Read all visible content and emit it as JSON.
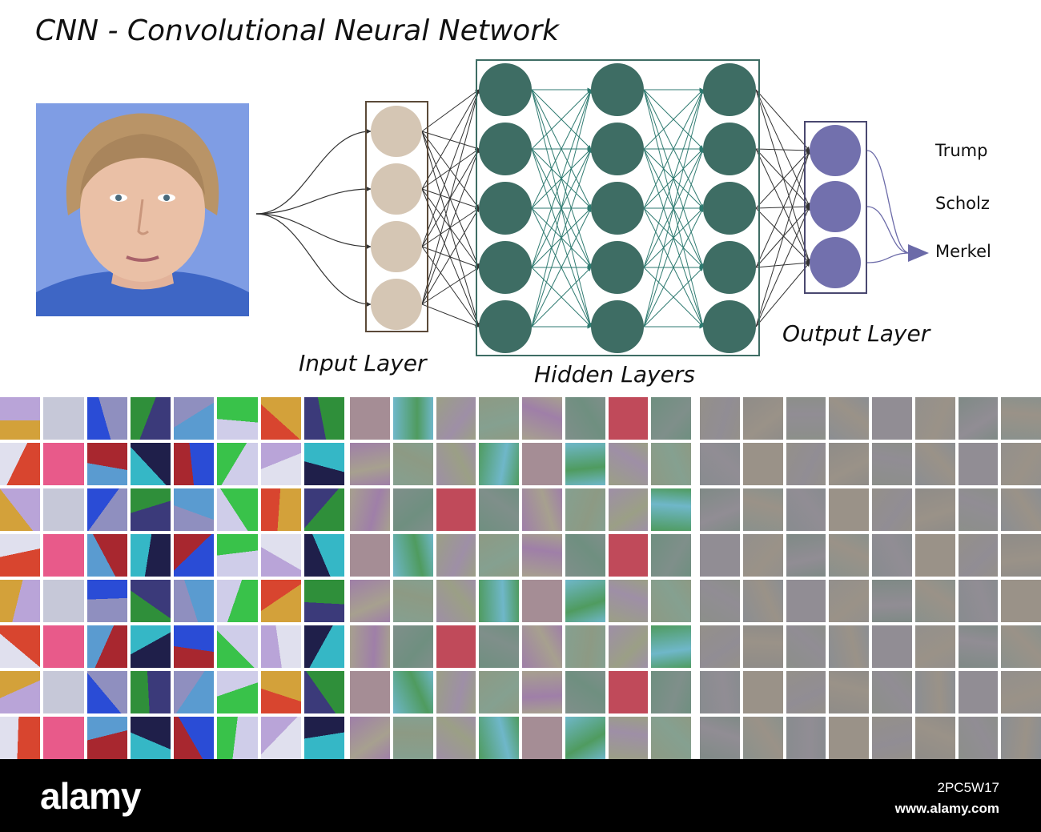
{
  "title": "CNN - Convolutional Neural Network",
  "labels": {
    "input_layer": "Input Layer",
    "hidden_layers": "Hidden Layers",
    "output_layer": "Output Layer"
  },
  "outputs": [
    "Trump",
    "Scholz",
    "Merkel"
  ],
  "network": {
    "input_nodes": 4,
    "hidden_layer_nodes": [
      5,
      5,
      5
    ],
    "output_nodes": 3,
    "colors": {
      "input": "#d5c6b4",
      "hidden": "#3e6d64",
      "output": "#7270ad",
      "hidden_edges": "#2e7a70",
      "edges": "#333333",
      "output_arrows": "#6b6aa8"
    }
  },
  "portrait": {
    "background": "#7f9de4",
    "jacket": "#3e66c5"
  },
  "feature_grids": {
    "rows": 8,
    "cols": 8,
    "count": 3
  },
  "footer": {
    "brand": "alamy",
    "image_id": "2PC5W17",
    "url": "www.alamy.com"
  }
}
